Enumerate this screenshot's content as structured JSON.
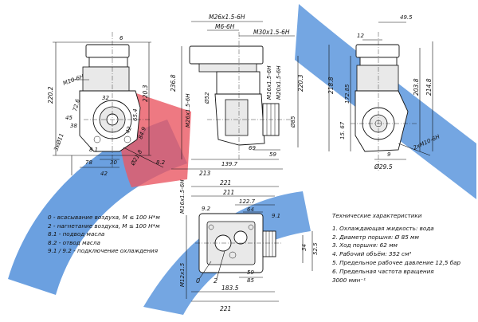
{
  "colors": {
    "watermark_blue": "#3d82d6",
    "watermark_red": "#e53946",
    "line": "#111111"
  },
  "legend": [
    "0 - всасывание воздуха, M ≤ 100 Н*м",
    "2 - нагнетание воздуха, M ≤ 100 Н*м",
    "8.1 - подвод масла",
    "8.2 - отвод масла",
    "9.1 / 9.2 - подключение охлаждения"
  ],
  "specs": {
    "title": "Технические характеристики",
    "items": [
      "1. Охлаждающая жидкость: вода",
      "2. Диаметр поршня: Ø 85 мм",
      "3. Ход поршня: 62 мм",
      "4. Рабочий объём: 352 см³",
      "5. Предельное рабочее давление 12,5 бар",
      "6. Предельная частота вращения",
      "3000 мин⁻¹"
    ]
  },
  "dims": {
    "side_left": {
      "d6": "6",
      "d220_2": "220.2",
      "m10": "M10-6H",
      "d220_3": "220.3",
      "d72_6": "72.6",
      "d65_4": "65.4",
      "d32": "32",
      "d45": "45",
      "d38": "38",
      "d42_2": "42",
      "d84_9": "84.9",
      "d11": "3xØ11",
      "d8_1": "8.1",
      "d8_2": "8.2",
      "d78": "78",
      "d30": "30",
      "d42": "42",
      "phi21_8": "Ø21.8"
    },
    "front": {
      "m26": "M26x1.5-6H",
      "m6": "M6-6H",
      "m30": "M30x1.5-6H",
      "m26s": "M26x1.5-6H",
      "d236_8": "236.8",
      "phi52": "Ø52",
      "m16": "M16x1.5-6H",
      "m20": "M20x1.5-6H",
      "d220_3": "220.3",
      "phi85": "Ø85",
      "d69": "69",
      "d59": "59",
      "d139_7": "139.7",
      "d213": "213"
    },
    "side_right": {
      "d49_5": "49.5",
      "d12": "12",
      "d218_8": "218.8",
      "d172_85": "172.85",
      "d203_8": "203.8",
      "d214_8": "214.8",
      "d15_67": "15. 67",
      "d9": "9",
      "m10_2": "2xM10-6H",
      "phi29_5": "Ø29.5"
    },
    "top": {
      "d221_top": "221",
      "d211": "211",
      "d122_7": "122.7",
      "d64": "64",
      "d9_2": "9.2",
      "d9_1": "9.1",
      "m16_top": "M16x1.5-6H",
      "m12": "M12x1.5",
      "l0": "0",
      "l2": "2",
      "d59": "59",
      "d85": "85",
      "d183_5": "183.5",
      "d221_bot": "221",
      "d34": "34",
      "d52_5": "52.5"
    }
  }
}
